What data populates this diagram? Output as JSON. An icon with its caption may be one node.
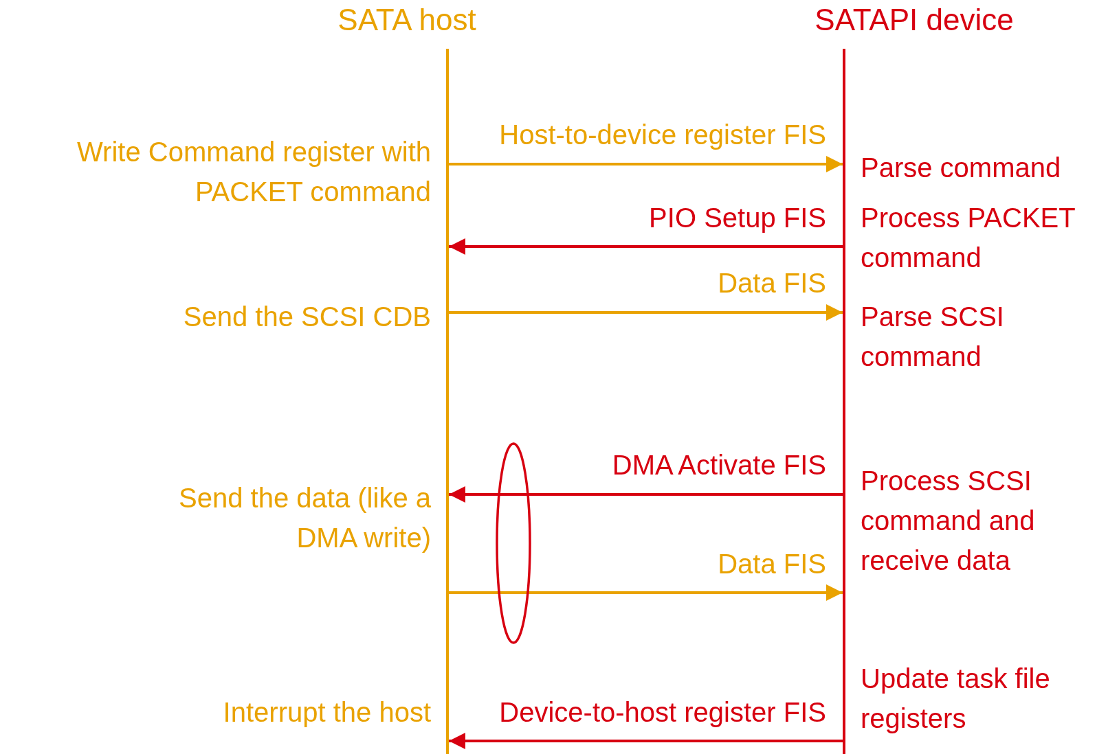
{
  "diagram": {
    "nodes": [
      {
        "text": [
          "SATA host"
        ]
      },
      {
        "text": [
          "SATAPI device"
        ]
      }
    ],
    "edges": [
      {
        "from": 0,
        "to": 1,
        "arrow": "to",
        "label": "Host-to-device register FIS",
        "color": "#e9a200"
      },
      {
        "from": 1,
        "to": 0,
        "arrow": "to",
        "label": "PIO Setup FIS",
        "color": "#d70010"
      },
      {
        "from": 0,
        "to": 1,
        "arrow": "to",
        "label": "Data FIS",
        "color": "#e9a200"
      },
      {
        "from": 1,
        "to": 0,
        "arrow": "to",
        "label": "DMA Activate FIS",
        "color": "#d70010"
      },
      {
        "from": 0,
        "to": 1,
        "arrow": "to",
        "label": "Data FIS",
        "color": "#e9a200"
      },
      {
        "from": 1,
        "to": 0,
        "arrow": "to",
        "label": "Device-to-host register FIS",
        "color": "#d70010"
      }
    ],
    "labels": [
      "Write Command register with PACKET command",
      "Parse command",
      "Process PACKET command",
      "Send the SCSI CDB",
      "Parse SCSI command",
      "Send the data (like a DMA write)",
      "Process SCSI command and receive data",
      "Update task file registers",
      "Interrupt the host"
    ]
  }
}
